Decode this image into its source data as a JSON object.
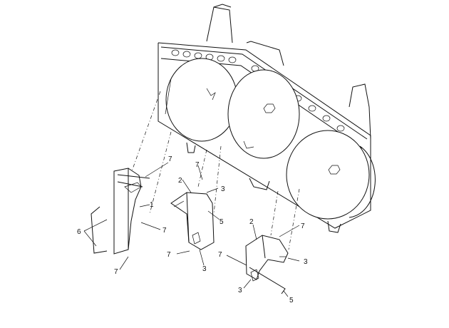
{
  "callouts": {
    "c1": "1",
    "c2a": "2",
    "c2b": "2",
    "c3a": "3",
    "c3b": "3",
    "c3c": "3",
    "c3d": "3",
    "c5a": "5",
    "c5b": "5",
    "c6": "6",
    "c7a": "7",
    "c7b": "7",
    "c7c": "7",
    "c7d": "7",
    "c7e": "7",
    "c7f": "7",
    "c7g": "7"
  },
  "colors": {
    "line": "#111111",
    "background": "#ffffff"
  }
}
